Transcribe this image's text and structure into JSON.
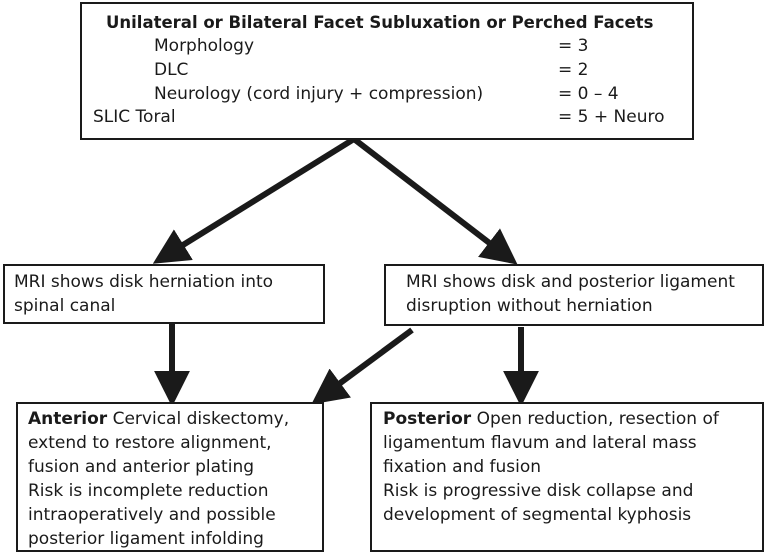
{
  "top_box": {
    "title": "Unilateral or Bilateral Facet Subluxation or Perched Facets",
    "rows": [
      {
        "label": "Morphology",
        "value": "= 3"
      },
      {
        "label": "DLC",
        "value": "= 2"
      },
      {
        "label": "Neurology (cord injury + compression)",
        "value": "= 0 – 4"
      }
    ],
    "total_label": "SLIC Toral",
    "total_value": "= 5 + Neuro"
  },
  "mid_left": {
    "line1": "MRI shows disk herniation into",
    "line2": "spinal canal"
  },
  "mid_right": {
    "line1": "MRI shows disk and posterior ligament",
    "line2": "disruption without herniation"
  },
  "bottom_left": {
    "bold": "Anterior",
    "line1_rest": " Cervical diskectomy,",
    "line2": "extend to restore alignment,",
    "line3": "fusion and anterior plating",
    "line4": "Risk is incomplete reduction",
    "line5": "intraoperatively and possible",
    "line6": "posterior ligament infolding"
  },
  "bottom_right": {
    "bold": "Posterior",
    "line1_rest": " Open reduction, resection of",
    "line2": "ligamentum flavum and lateral mass",
    "line3": "fixation and fusion",
    "line4": "Risk is progressive disk collapse and",
    "line5": "development of segmental kyphosis"
  }
}
